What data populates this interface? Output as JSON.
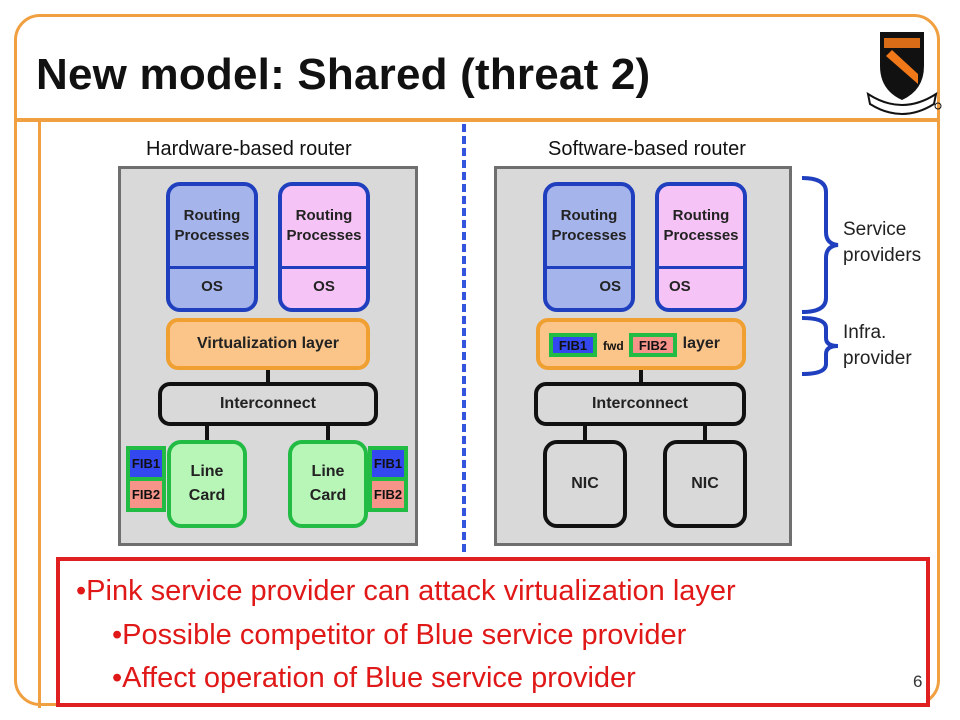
{
  "slide": {
    "title": "New model: Shared (threat 2)",
    "page_number": "6"
  },
  "left_panel": {
    "label": "Hardware-based router",
    "proc1": {
      "top": "Routing\nProcesses",
      "os": "OS"
    },
    "proc2": {
      "top": "Routing\nProcesses",
      "os": "OS"
    },
    "virt_label": "Virtualization layer",
    "interconnect": "Interconnect",
    "linecard1": "Line\nCard",
    "linecard2": "Line\nCard",
    "fib_left": {
      "fib1": "FIB1",
      "fib2": "FIB2"
    },
    "fib_right": {
      "fib1": "FIB1",
      "fib2": "FIB2"
    }
  },
  "right_panel": {
    "label": "Software-based router",
    "proc1": {
      "top": "Routing\nProcesses",
      "os": "OS"
    },
    "proc2": {
      "top": "Routing\nProcesses",
      "os": "OS"
    },
    "fib1": "FIB1",
    "fwd": "fwd",
    "fib2": "FIB2",
    "layer_label": "layer",
    "interconnect": "Interconnect",
    "nic1": "NIC",
    "nic2": "NIC"
  },
  "side": {
    "service": "Service\nproviders",
    "infra": "Infra.\nprovider"
  },
  "callout": {
    "b1": "•Pink service provider can attack virtualization layer",
    "b2": "•Possible competitor of Blue service provider",
    "b3": "•Affect operation of Blue service provider"
  },
  "colors": {
    "accent": "#f0a040",
    "blue": "#3348ee",
    "pink": "#f5c3f5",
    "green": "#22bb44",
    "red": "#e01818"
  }
}
